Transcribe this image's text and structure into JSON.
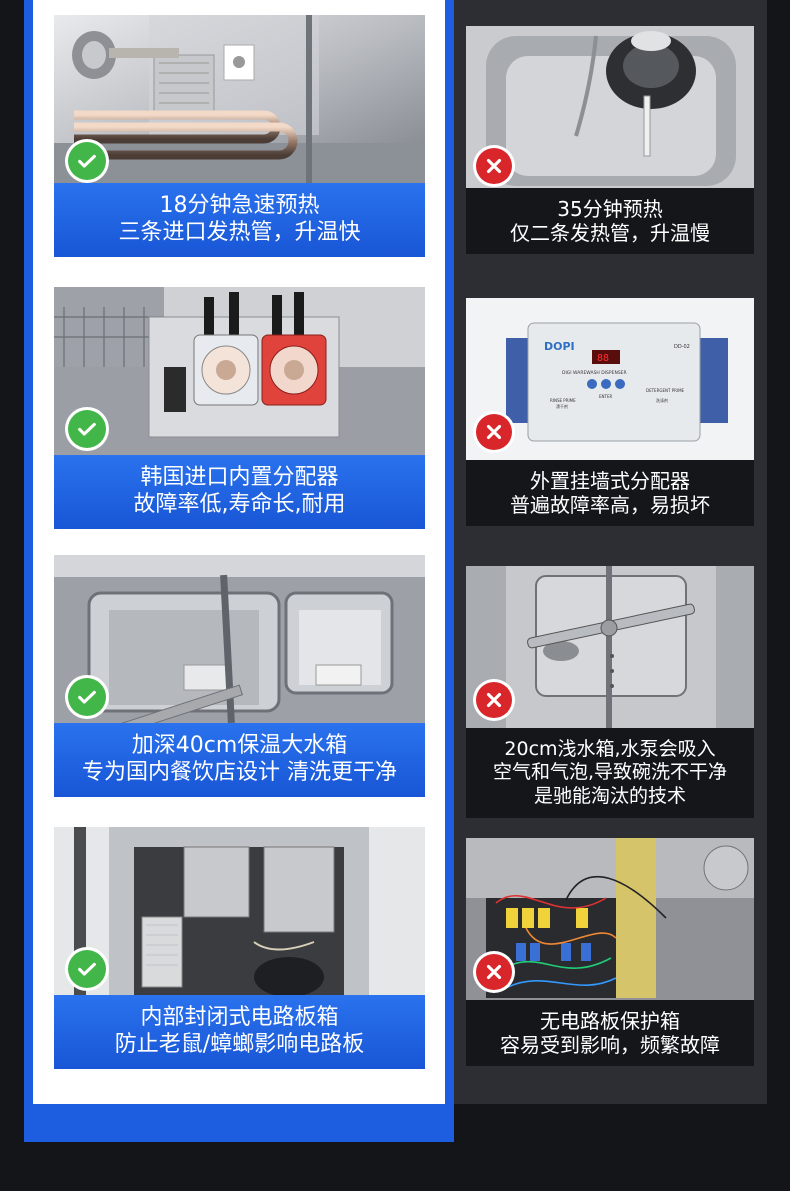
{
  "colors": {
    "accent_blue": "#1d5de0",
    "good_badge": "#42b649",
    "bad_badge": "#d9262b",
    "dark_panel": "#2c2e33"
  },
  "good": [
    {
      "line1": "18分钟急速预热",
      "line2": "三条进口发热管，升温快",
      "icon": "check-icon"
    },
    {
      "line1": "韩国进口内置分配器",
      "line2": "故障率低,寿命长,耐用",
      "icon": "check-icon"
    },
    {
      "line1": "加深40cm保温大水箱",
      "line2": "专为国内餐饮店设计 清洗更干净",
      "icon": "check-icon"
    },
    {
      "line1": "内部封闭式电路板箱",
      "line2": "防止老鼠/蟑螂影响电路板",
      "icon": "check-icon"
    }
  ],
  "bad": [
    {
      "line1": "35分钟预热",
      "line2": "仅二条发热管，升温慢",
      "line3": "",
      "icon": "cross-icon"
    },
    {
      "line1": "外置挂墙式分配器",
      "line2": "普遍故障率高，易损坏",
      "line3": "",
      "icon": "cross-icon"
    },
    {
      "line1": "20cm浅水箱,水泵会吸入",
      "line2": "空气和气泡,导致碗洗不干净",
      "line3": "是驰能淘汰的技术",
      "icon": "cross-icon"
    },
    {
      "line1": "无电路板保护箱",
      "line2": "容易受到影响，频繁故障",
      "line3": "",
      "icon": "cross-icon"
    }
  ],
  "device_label": {
    "brand": "DOPI",
    "model": "DD-02",
    "title": "DIGI WAREWASH DISPENSER",
    "display": "88",
    "enter": "ENTER",
    "rinse": "RINSE PRIME",
    "rinse_cn": "漂干剂",
    "det": "DETERGENT PRIME",
    "det_cn": "洗涤剂"
  }
}
